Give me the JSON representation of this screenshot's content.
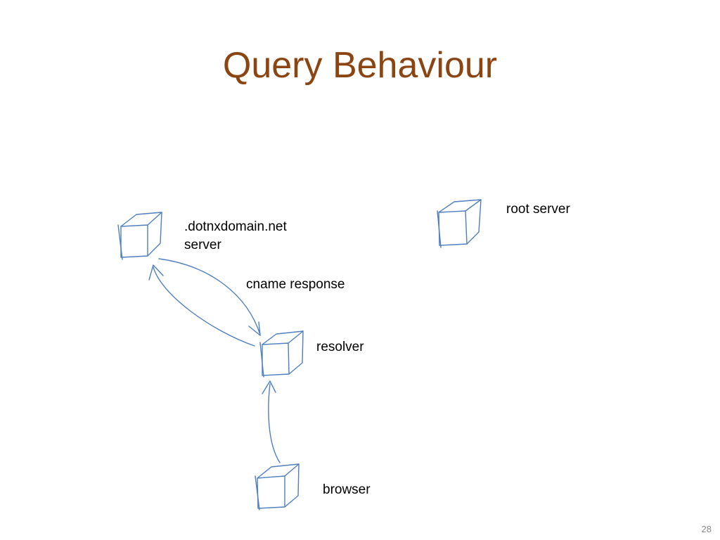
{
  "slide": {
    "title": "Query Behaviour",
    "page_number": "28"
  },
  "nodes": {
    "root_server": {
      "label": "root server",
      "icon": "server-cube-icon"
    },
    "dotnx_server": {
      "label_line1": ".dotnxdomain.net",
      "label_line2": "server",
      "icon": "server-cube-icon"
    },
    "resolver": {
      "label": "resolver",
      "icon": "server-cube-icon"
    },
    "browser": {
      "label": "browser",
      "icon": "computer-cube-icon"
    }
  },
  "edges": {
    "resolver_to_dotnx": {
      "label": ""
    },
    "dotnx_to_resolver": {
      "label": "cname response"
    },
    "browser_to_resolver": {
      "label": ""
    }
  },
  "colors": {
    "title": "#8B4513",
    "sketch_stroke": "#4f7fbf",
    "text": "#000000",
    "page_number": "#8a8a8a"
  }
}
